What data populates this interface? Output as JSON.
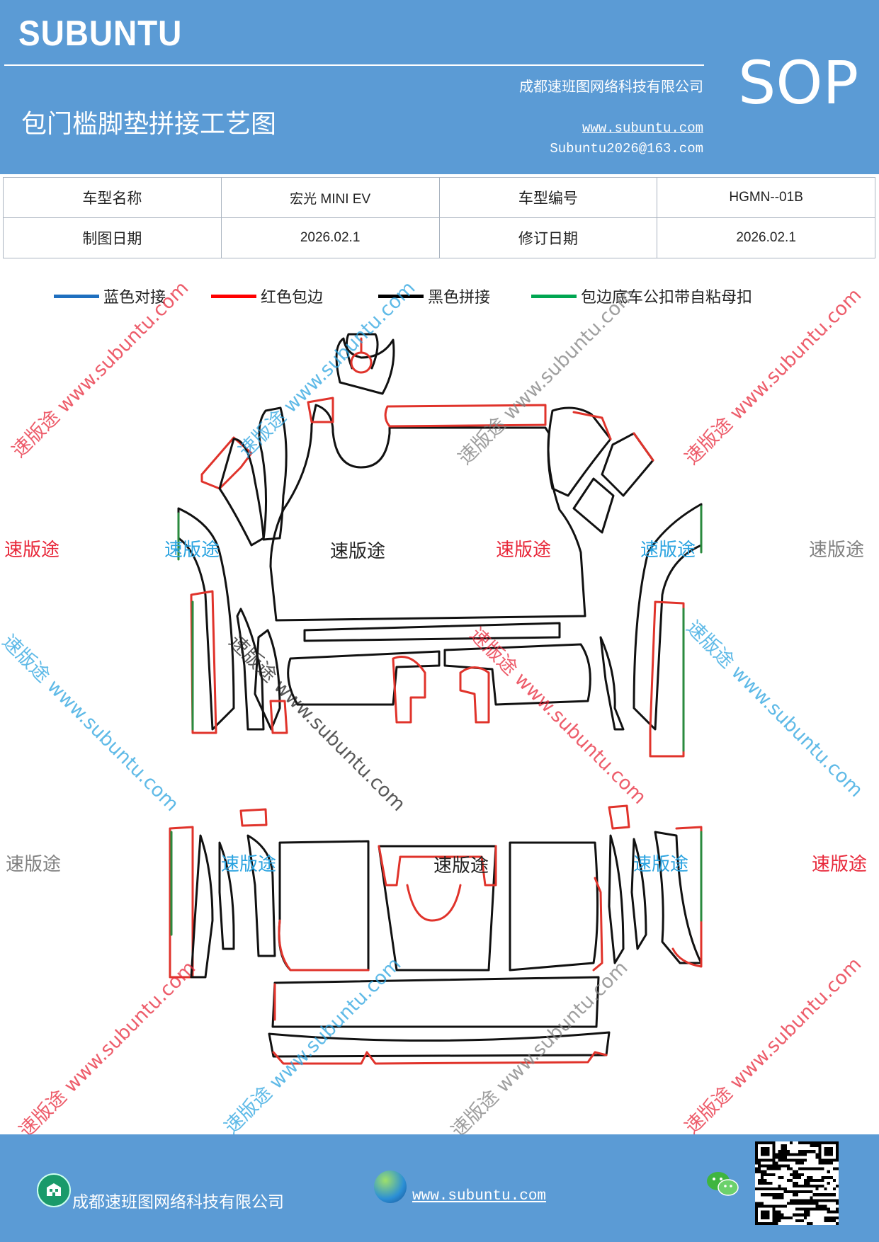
{
  "header": {
    "logo": "SUBUNTU",
    "company": "成都速班图网络科技有限公司",
    "title": "包门槛脚垫拼接工艺图",
    "website": "www.subuntu.com",
    "email": "Subuntu2026@163.com",
    "doc_type": "SOP"
  },
  "info_table": {
    "model_name_label": "车型名称",
    "model_name": "宏光 MINI EV",
    "model_code_label": "车型编号",
    "model_code": "HGMN--01B",
    "draw_date_label": "制图日期",
    "draw_date": "2026.02.1",
    "revise_date_label": "修订日期",
    "revise_date": "2026.02.1"
  },
  "legend": [
    {
      "label": "蓝色对接",
      "color": "#1f6fbf"
    },
    {
      "label": "红色包边",
      "color": "#ff0000"
    },
    {
      "label": "黑色拼接",
      "color": "#000000"
    },
    {
      "label": "包边底车公扣带自粘母扣",
      "color": "#00a651"
    }
  ],
  "drawing_colors": {
    "outline": "#111111",
    "hem": "#e0332b",
    "velcro": "#2a8a3e"
  },
  "watermarks": {
    "brand": "速版途",
    "diagonal": "速版途 www.subuntu.com",
    "url": "www.subuntu.com",
    "colors": {
      "red": "#e8283a",
      "blue": "#2aa3e0",
      "black": "#222222",
      "gray": "#808080"
    }
  },
  "footer": {
    "company": "成都速班图网络科技有限公司",
    "website": "www.subuntu.com",
    "icons": [
      "building-icon",
      "globe-icon",
      "wechat-icon",
      "qr-code"
    ]
  }
}
